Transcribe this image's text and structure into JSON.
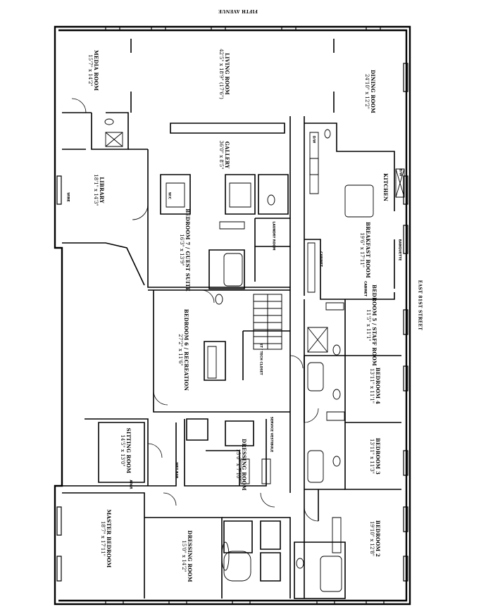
{
  "streets": {
    "top": "FIFTH AVENUE",
    "right": "EAST 81ST STREET"
  },
  "rooms": {
    "media_room": {
      "name": "MEDIA ROOM",
      "dims": "15'7\" x 14'2\""
    },
    "living_room": {
      "name": "LIVING ROOM",
      "dims": "42'5\" x 18'9\" (17'6\")"
    },
    "dining_room": {
      "name": "DINING ROOM",
      "dims": "24'10\" x 12'2\""
    },
    "gallery": {
      "name": "GALLERY",
      "dims": "36'0\" x 8'5\""
    },
    "library": {
      "name": "LIBRARY",
      "dims": "18'1\" x 14'3\""
    },
    "kitchen": {
      "name": "KITCHEN",
      "dims": ""
    },
    "breakfast_room": {
      "name": "BREAKFAST ROOM",
      "dims": "19'6\" x 17'11\""
    },
    "bedroom7": {
      "name": "BEDROOM 7 / GUEST SUITE",
      "dims": "16'3\" x 13'9\""
    },
    "bedroom6": {
      "name": "BEDROOM 6 / RECREATION",
      "dims": "27'2\" x 11'6\""
    },
    "bedroom5": {
      "name": "BEDROOM 5 / STAFF ROOM",
      "dims": "11'5\" x 11'1\""
    },
    "bedroom4": {
      "name": "BEDROOM 4",
      "dims": "13'11\" x 11'1\""
    },
    "bedroom3": {
      "name": "BEDROOM 3",
      "dims": "13'11\" x 11'3\""
    },
    "bedroom2": {
      "name": "BEDROOM 2",
      "dims": "19'10\" x 12'8\""
    },
    "sitting_room": {
      "name": "SITTING ROOM",
      "dims": "14'5\" x 13'0\""
    },
    "dressing_room_1": {
      "name": "DRESSING ROOM",
      "dims": "15'0\" x 7'10\""
    },
    "master_bedroom": {
      "name": "MASTER BEDROOM",
      "dims": "18'7\" x 17'11\""
    },
    "dressing_room_2": {
      "name": "DRESSING ROOM",
      "dims": "15'0\" x 14'2\""
    }
  },
  "tags": {
    "laundry": "LAUNDRY ROOM",
    "service_vestibule": "SERVICE VESTIBULE",
    "closet": "ST / TECH CLOSET",
    "banquette": "BANQUETTE",
    "cabinet_1": "CABINET",
    "cabinet_2": "CABINET",
    "wet_bar": "WET BAR",
    "dw_1": "D/W",
    "dw_2": "D/W",
    "wic": "W/C",
    "apar": "APAR",
    "wine": "WINE"
  }
}
